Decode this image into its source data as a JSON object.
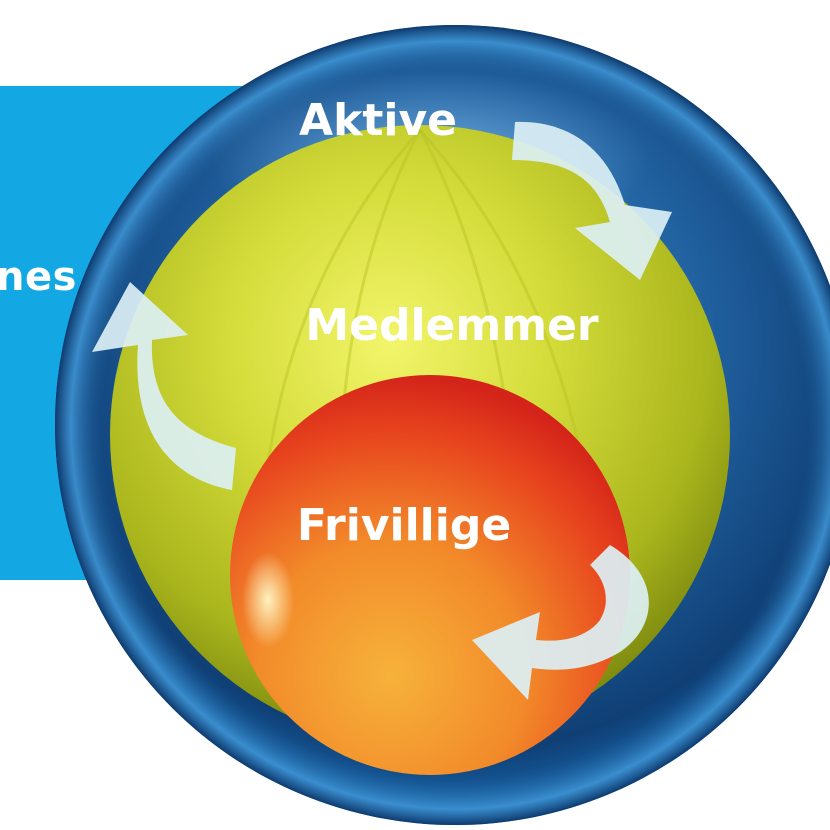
{
  "side_panel": {
    "partial_text": "nes",
    "color": "#13a7e3"
  },
  "rings": {
    "outer": {
      "label": "Aktive",
      "color": "#1f5e9c"
    },
    "middle": {
      "label": "Medlemmer",
      "color": "#c7d12a"
    },
    "inner": {
      "label": "Frivillige",
      "color": "#ee5b1f"
    }
  },
  "arrows": {
    "color": "#dcf0f5",
    "count": 3,
    "icon": "curved-arrow-icon"
  }
}
